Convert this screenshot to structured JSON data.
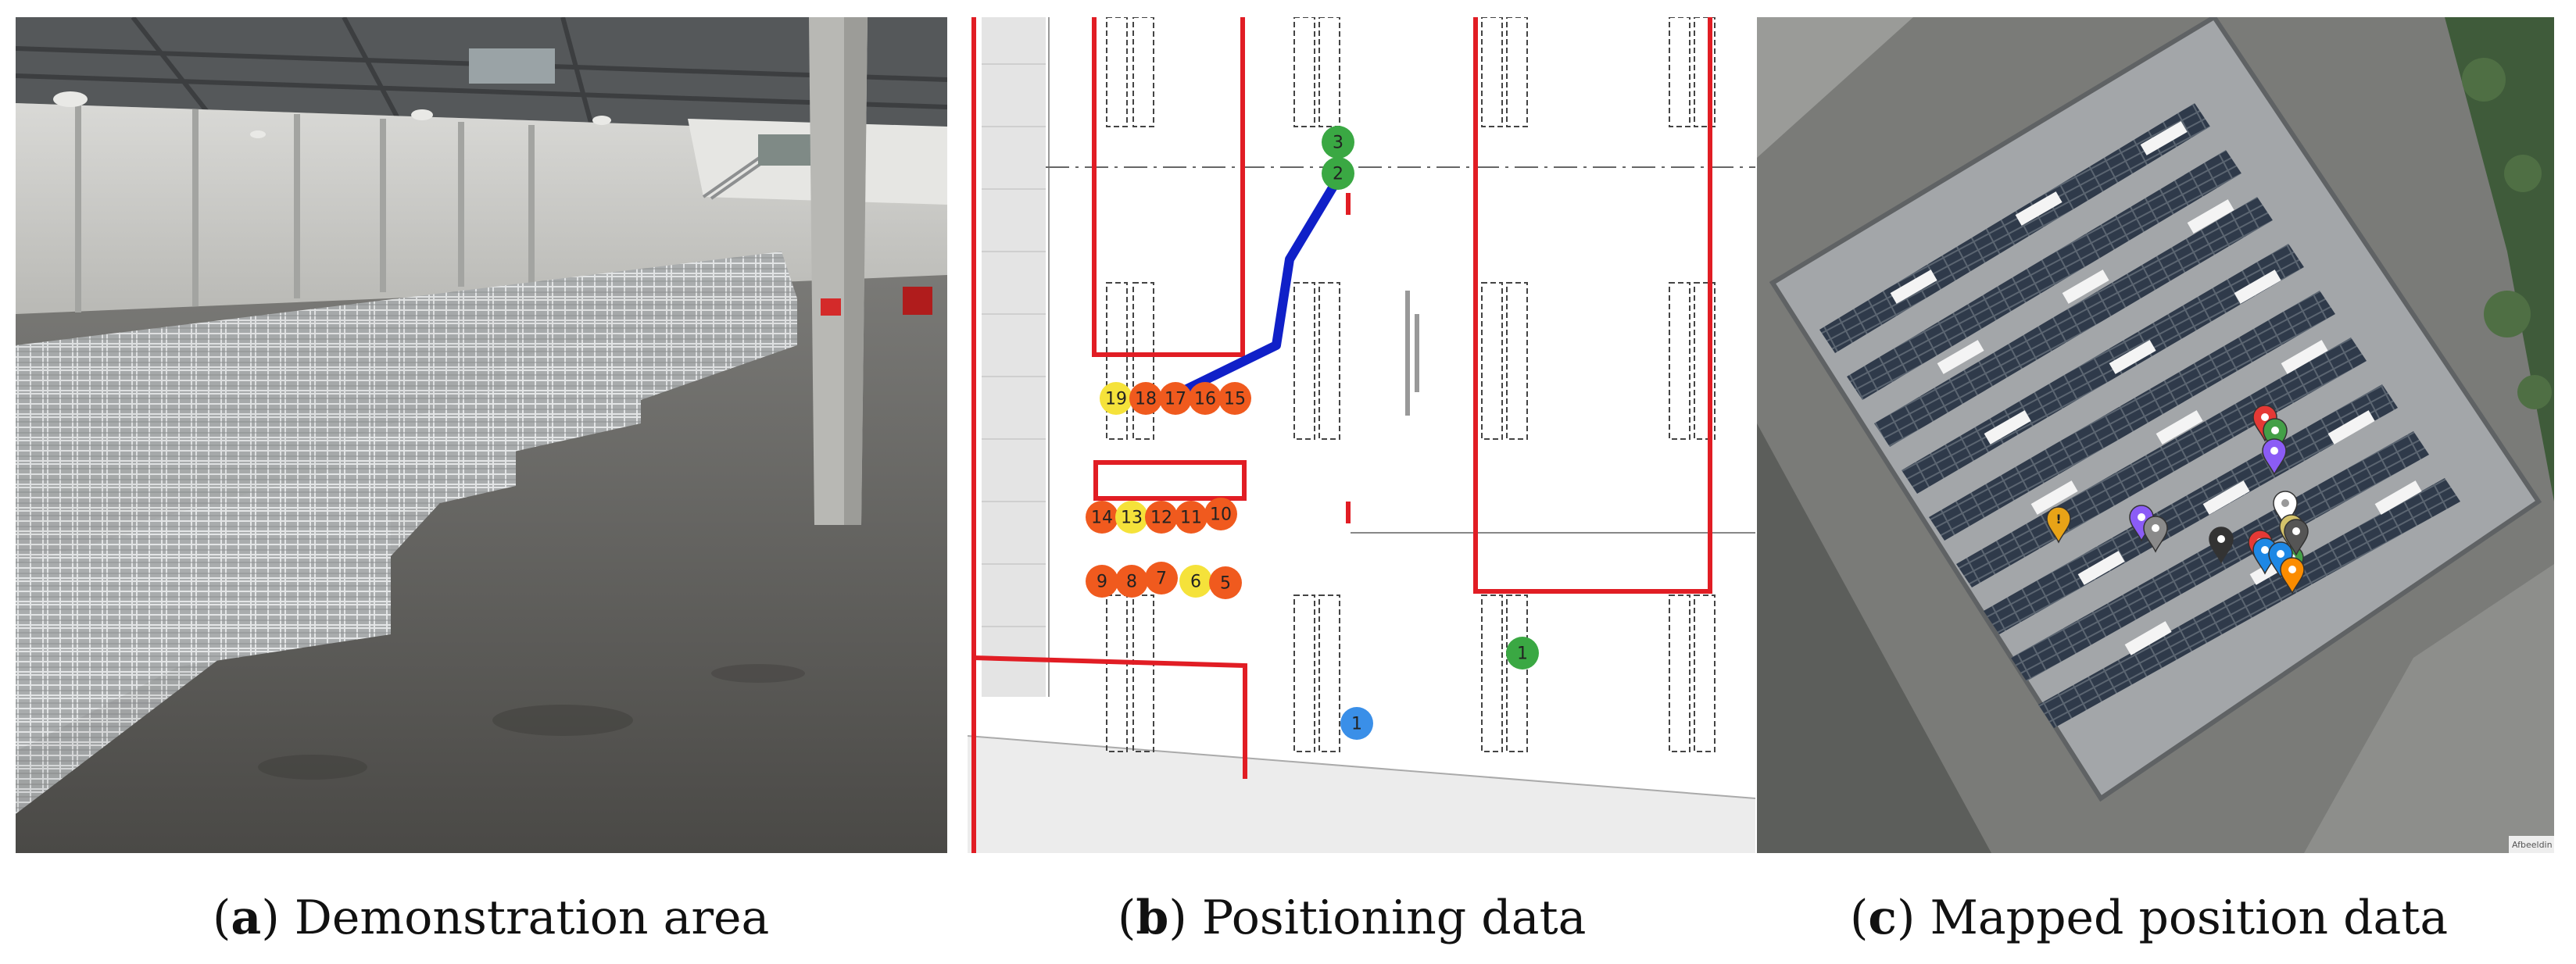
{
  "figure": {
    "panels": [
      {
        "id": "a",
        "caption_letter": "a",
        "caption_text": "Demonstration area",
        "image": "photograph of empty warehouse hall with rows of metal roll cages, support pillar on right"
      },
      {
        "id": "b",
        "caption_letter": "b",
        "caption_text": "Positioning data",
        "image": "floor plan with red boundaries, numbered position markers and blue trajectory line",
        "colors": {
          "boundary": "#e11d24",
          "trajectory": "#1020c8",
          "orange": "#f05a1e",
          "yellow": "#f5e23a",
          "green": "#3aa843",
          "blue": "#3a8fe8"
        },
        "markers": [
          {
            "label": "3",
            "color": "green"
          },
          {
            "label": "2",
            "color": "green"
          },
          {
            "label": "19",
            "color": "yellow"
          },
          {
            "label": "18",
            "color": "orange"
          },
          {
            "label": "17",
            "color": "orange"
          },
          {
            "label": "16",
            "color": "orange"
          },
          {
            "label": "15",
            "color": "orange"
          },
          {
            "label": "14",
            "color": "orange"
          },
          {
            "label": "13",
            "color": "yellow"
          },
          {
            "label": "12",
            "color": "orange"
          },
          {
            "label": "11",
            "color": "orange"
          },
          {
            "label": "10",
            "color": "orange"
          },
          {
            "label": "9",
            "color": "orange"
          },
          {
            "label": "8",
            "color": "orange"
          },
          {
            "label": "7",
            "color": "orange"
          },
          {
            "label": "6",
            "color": "yellow"
          },
          {
            "label": "5",
            "color": "orange"
          },
          {
            "label": "1",
            "color": "green"
          },
          {
            "label": "1",
            "color": "blue"
          }
        ]
      },
      {
        "id": "c",
        "caption_letter": "c",
        "caption_text": "Mapped position data",
        "image": "aerial satellite view of warehouse roof with solar panels and colored map pins",
        "attribution": "Afbeeldin",
        "pins": [
          {
            "color": "#e8a317",
            "icon": "exclamation"
          },
          {
            "color": "#8b5cf6",
            "icon": "dot"
          },
          {
            "color": "#8a8a8a",
            "icon": "dot"
          },
          {
            "color": "#333333",
            "icon": "dot"
          },
          {
            "color": "#e53935",
            "icon": "dot"
          },
          {
            "color": "#43a047",
            "icon": "dot"
          },
          {
            "color": "#8b5cf6",
            "icon": "dot"
          },
          {
            "color": "#ffffff",
            "icon": "dot"
          },
          {
            "color": "#e53935",
            "icon": "dot"
          },
          {
            "color": "#1e88e5",
            "icon": "dot"
          },
          {
            "color": "#d4c26a",
            "icon": "dot"
          },
          {
            "color": "#43a047",
            "icon": "dot"
          },
          {
            "color": "#555555",
            "icon": "dot"
          },
          {
            "color": "#1e88e5",
            "icon": "dot"
          },
          {
            "color": "#fb8c00",
            "icon": "dot"
          }
        ]
      }
    ]
  }
}
